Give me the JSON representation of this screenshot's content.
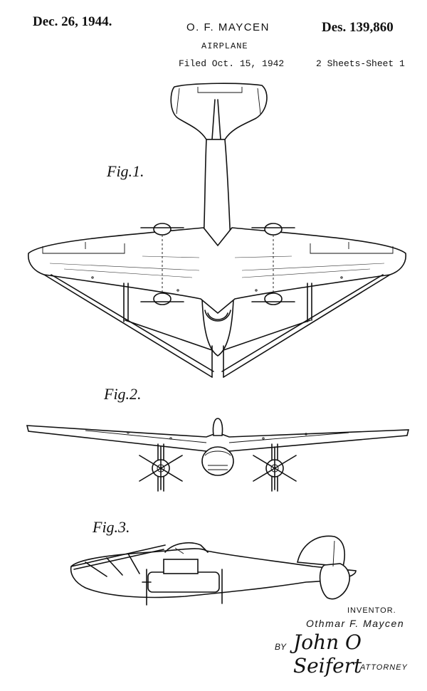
{
  "header": {
    "date": "Dec. 26, 1944.",
    "inventor_short": "O. F. MAYCEN",
    "patent_number": "Des. 139,860",
    "title": "AIRPLANE",
    "filed": "Filed Oct. 15, 1942",
    "sheets": "2 Sheets-Sheet 1"
  },
  "figures": {
    "fig1_label": "Fig.1.",
    "fig2_label": "Fig.2.",
    "fig3_label": "Fig.3."
  },
  "footer": {
    "inventor_label": "INVENTOR.",
    "inventor_name": "Othmar F. Maycen",
    "by_label": "BY",
    "attorney_signature": "John O Seifert",
    "attorney_label": "ATTORNEY"
  }
}
